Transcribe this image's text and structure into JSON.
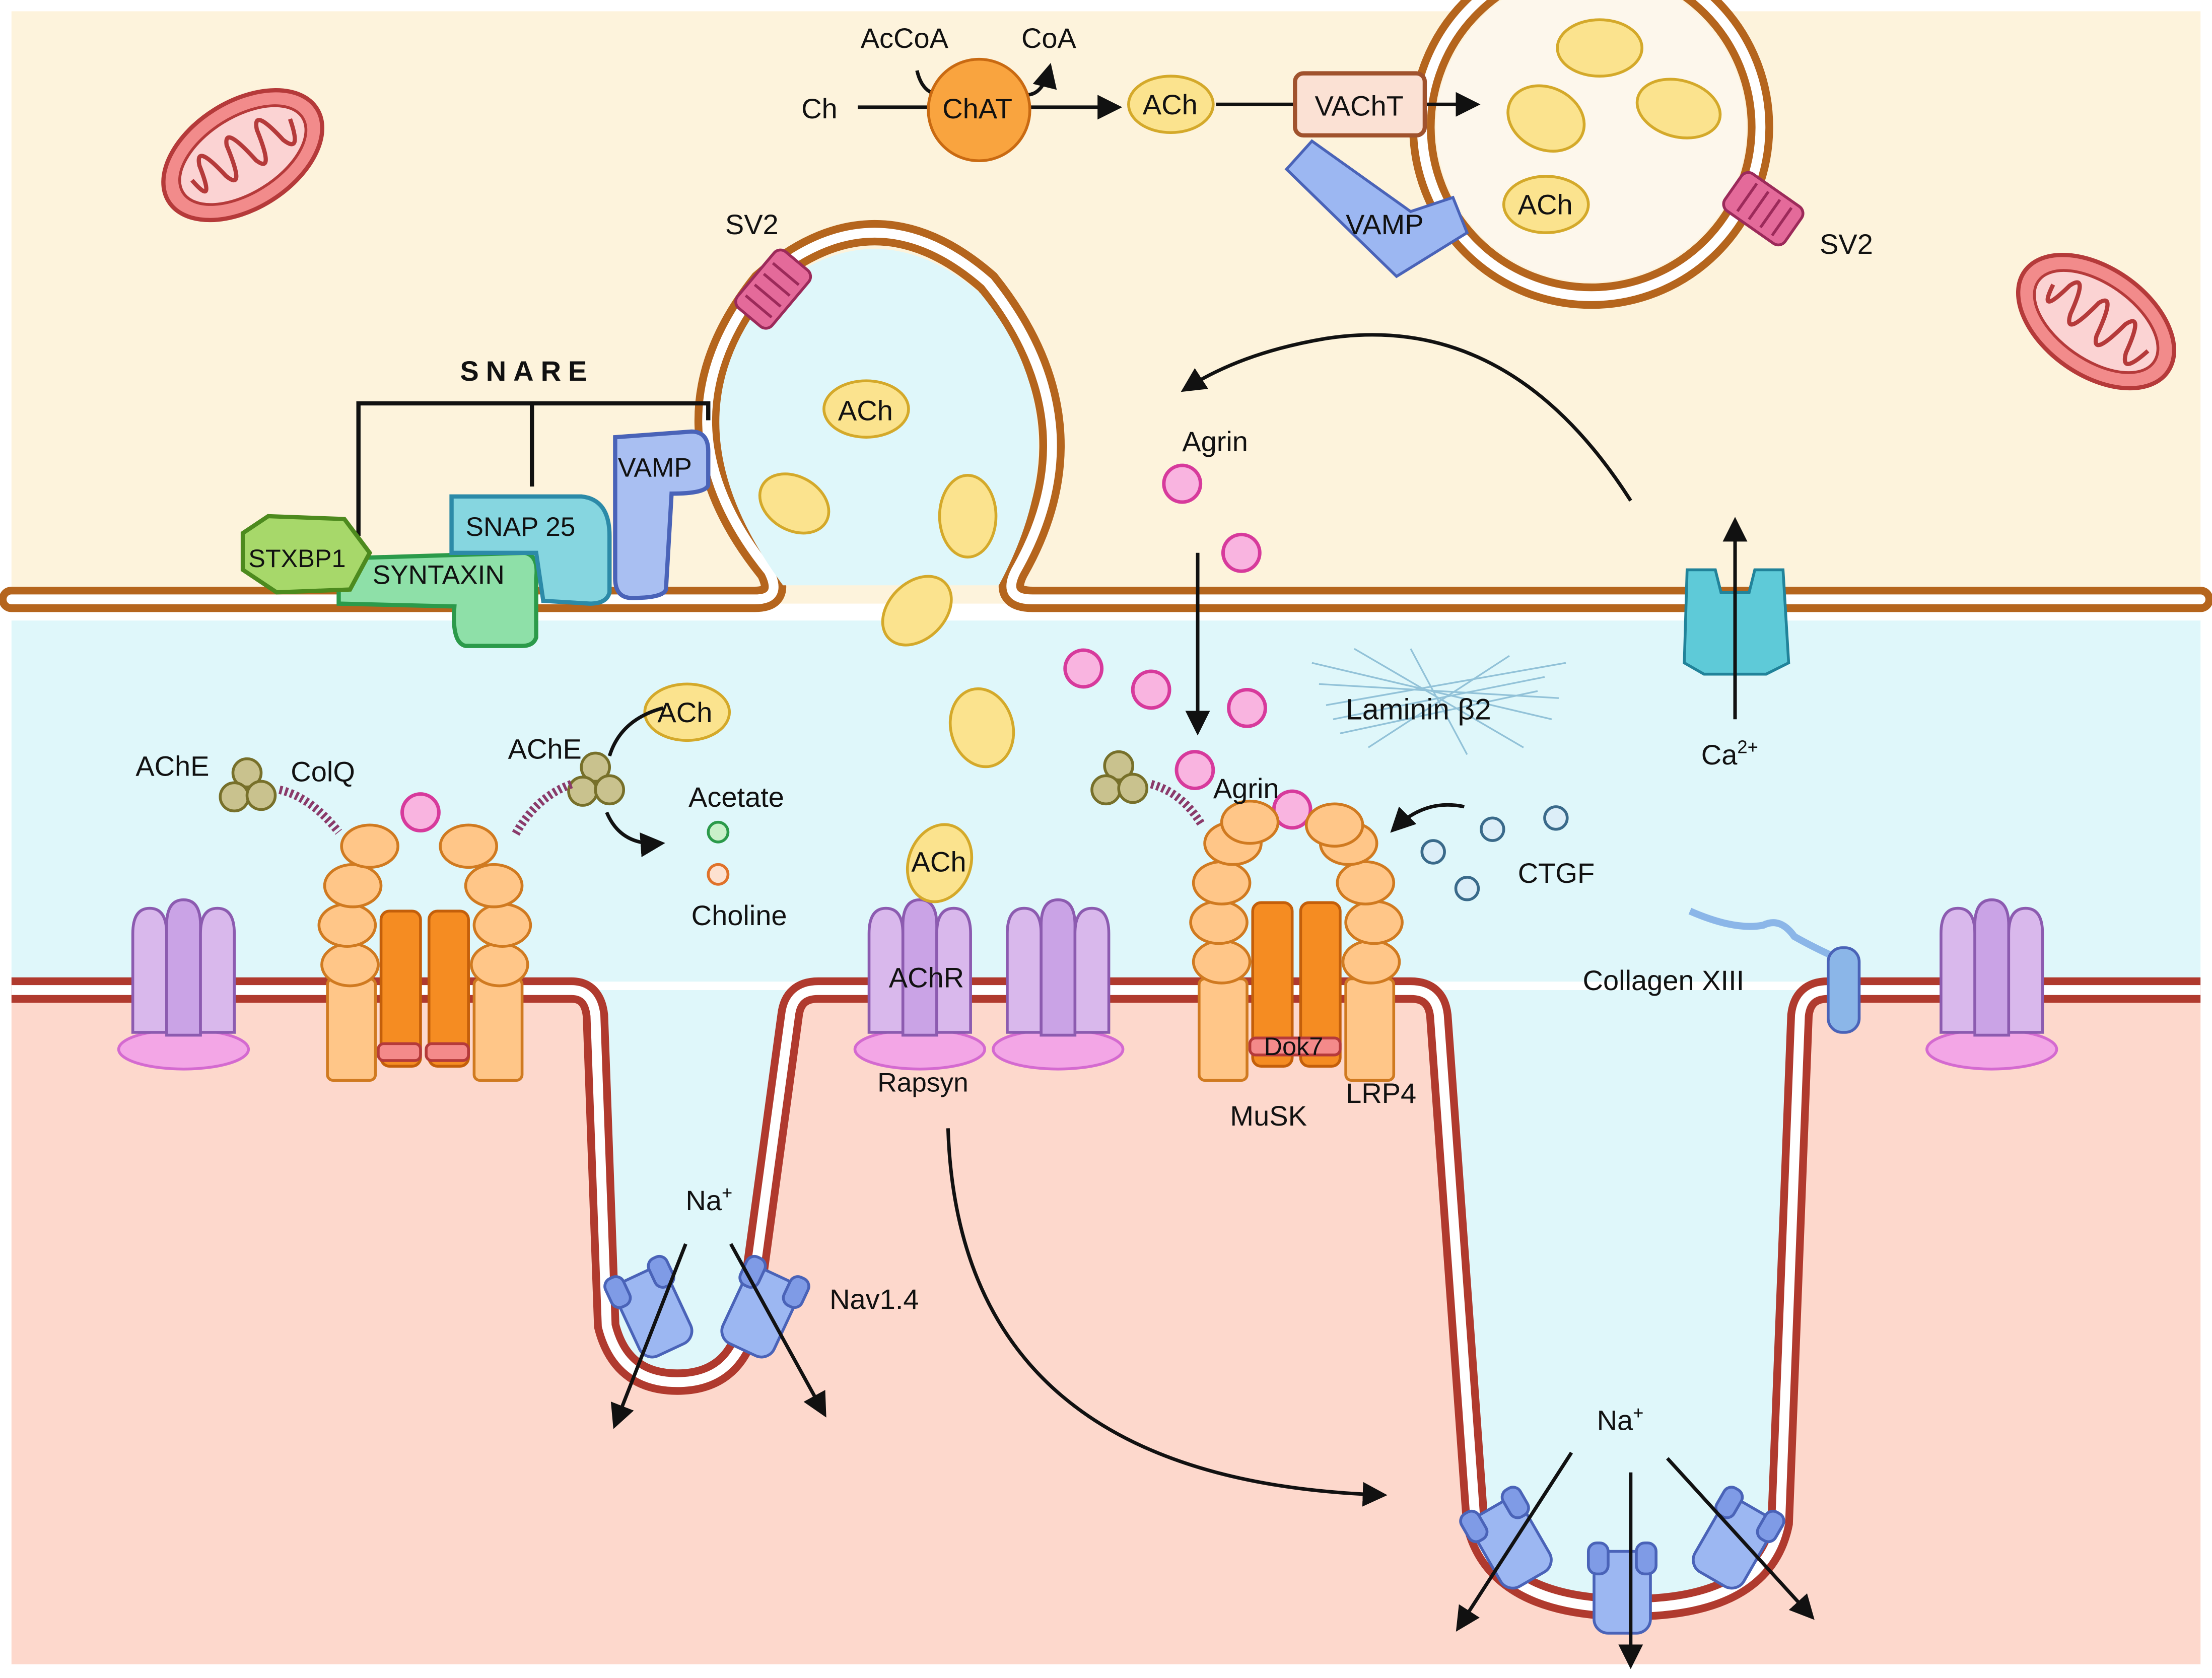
{
  "labels": {
    "ch": "Ch",
    "accoa": "AcCoA",
    "coa": "CoA",
    "chat": "ChAT",
    "ach_pathway": "ACh",
    "vacht": "VAChT",
    "vamp_vesicle": "VAMP",
    "ach_vesicle": "ACh",
    "sv2_vesicle": "SV2",
    "sv2_fused": "SV2",
    "snare": "SNARE",
    "stxbp1": "STXBP1",
    "syntaxin": "SYNTAXIN",
    "snap25": "SNAP 25",
    "vamp_snare": "VAMP",
    "ach_fused": "ACh",
    "agrin_top": "Agrin",
    "laminin": "Laminin β2",
    "ca_base": "Ca",
    "ca_sup": "2+",
    "ache_left": "AChE",
    "colq": "ColQ",
    "ache_right": "AChE",
    "ach_cleft": "ACh",
    "acetate": "Acetate",
    "choline": "Choline",
    "ach_bound": "ACh",
    "achr": "AChR",
    "rapsyn": "Rapsyn",
    "agrin_bound": "Agrin",
    "ctgf": "CTGF",
    "dok7": "Dok7",
    "musk": "MuSK",
    "lrp4": "LRP4",
    "collagen": "Collagen XIII",
    "na_left_base": "Na",
    "na_left_sup": "+",
    "nav14": "Nav1.4",
    "na_right_base": "Na",
    "na_right_sup": "+"
  },
  "colors": {
    "presynaptic": "#fdf3dc",
    "cleft": "#dff7fa",
    "postsynaptic": "#fdd8cc",
    "presynaptic_membrane": "#b5651d",
    "postsynaptic_membrane": "#b03a2e",
    "ach": "#fbe38e",
    "agrin": "#f9b4e0",
    "achr": "#d9b8ec",
    "rapsyn": "#f3a6e6",
    "musk": "#f58c22",
    "lrp4": "#ffc688",
    "nav": "#9cb7f2",
    "ca_channel": "#5ecad8",
    "mitochondria": "#f28b8b"
  }
}
